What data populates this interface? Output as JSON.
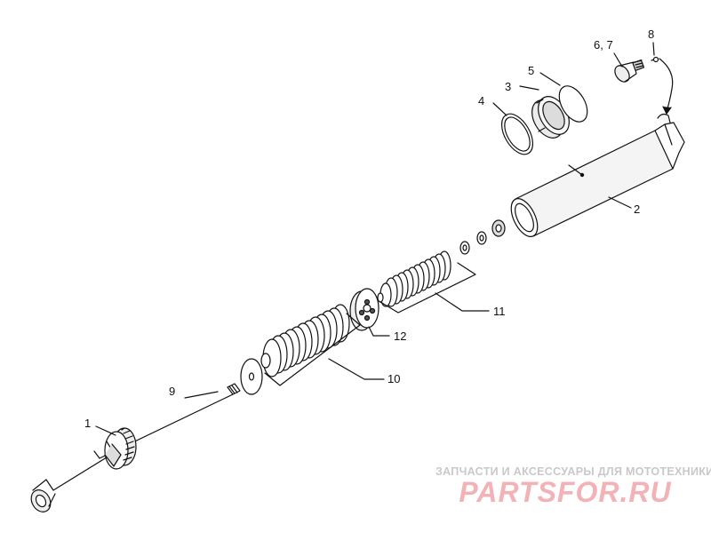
{
  "diagram": {
    "callouts": {
      "c1": "1",
      "c2": "2",
      "c3": "3",
      "c4": "4",
      "c5": "5",
      "c67": "6, 7",
      "c8": "8",
      "c9": "9",
      "c10": "10",
      "c11": "11",
      "c12": "12"
    }
  },
  "watermark": {
    "subtitle": "ЗАПЧАСТИ И АКСЕССУАРЫ ДЛЯ МОТОТЕХНИКИ",
    "logo": "PARTSFOR.RU",
    "logo_color": "#f3b3b6",
    "subtitle_color": "#c9c9c9"
  }
}
